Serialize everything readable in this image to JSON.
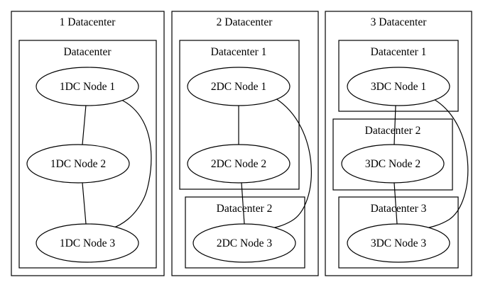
{
  "diagram": {
    "clusters": [
      {
        "title": "1 Datacenter",
        "groups": [
          {
            "title": "Datacenter",
            "nodes": [
              "1DC Node 1",
              "1DC Node 2",
              "1DC Node 3"
            ]
          }
        ]
      },
      {
        "title": "2 Datacenter",
        "groups": [
          {
            "title": "Datacenter 1",
            "nodes": [
              "2DC Node 1",
              "2DC Node 2"
            ]
          },
          {
            "title": "Datacenter 2",
            "nodes": [
              "2DC Node 3"
            ]
          }
        ]
      },
      {
        "title": "3 Datacenter",
        "groups": [
          {
            "title": "Datacenter 1",
            "nodes": [
              "3DC Node 1"
            ]
          },
          {
            "title": "Datacenter 2",
            "nodes": [
              "3DC Node 2"
            ]
          },
          {
            "title": "Datacenter 3",
            "nodes": [
              "3DC Node 3"
            ]
          }
        ]
      }
    ],
    "edges": [
      [
        "1DC Node 1",
        "1DC Node 2"
      ],
      [
        "1DC Node 2",
        "1DC Node 3"
      ],
      [
        "1DC Node 1",
        "1DC Node 3"
      ],
      [
        "2DC Node 1",
        "2DC Node 2"
      ],
      [
        "2DC Node 2",
        "2DC Node 3"
      ],
      [
        "2DC Node 1",
        "2DC Node 3"
      ],
      [
        "3DC Node 1",
        "3DC Node 2"
      ],
      [
        "3DC Node 2",
        "3DC Node 3"
      ],
      [
        "3DC Node 1",
        "3DC Node 3"
      ]
    ]
  }
}
